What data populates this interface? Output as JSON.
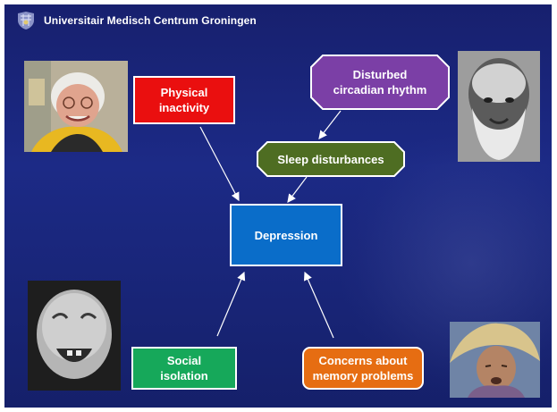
{
  "header": {
    "title": "Universitair Medisch Centrum Groningen",
    "logo_icon": "umcg-crest-icon"
  },
  "diagram": {
    "center": {
      "label": "Depression",
      "color": "#0a6dc9"
    },
    "factors": {
      "physical_inactivity": {
        "label": "Physical\ninactivity",
        "color": "#ea0f0f"
      },
      "disturbed_rhythm": {
        "label": "Disturbed\ncircadian rhythm",
        "color": "#7b3fa6"
      },
      "sleep_disturbances": {
        "label": "Sleep disturbances",
        "color": "#4e6d22"
      },
      "social_isolation": {
        "label": "Social\nisolation",
        "color": "#16a85a"
      },
      "memory_concerns": {
        "label": "Concerns about\nmemory problems",
        "color": "#e66d12"
      }
    }
  },
  "photos": [
    "elderly-woman-glasses-photo",
    "elderly-man-beard-photo",
    "elderly-man-laughing-photo",
    "elderly-woman-hat-photo"
  ]
}
